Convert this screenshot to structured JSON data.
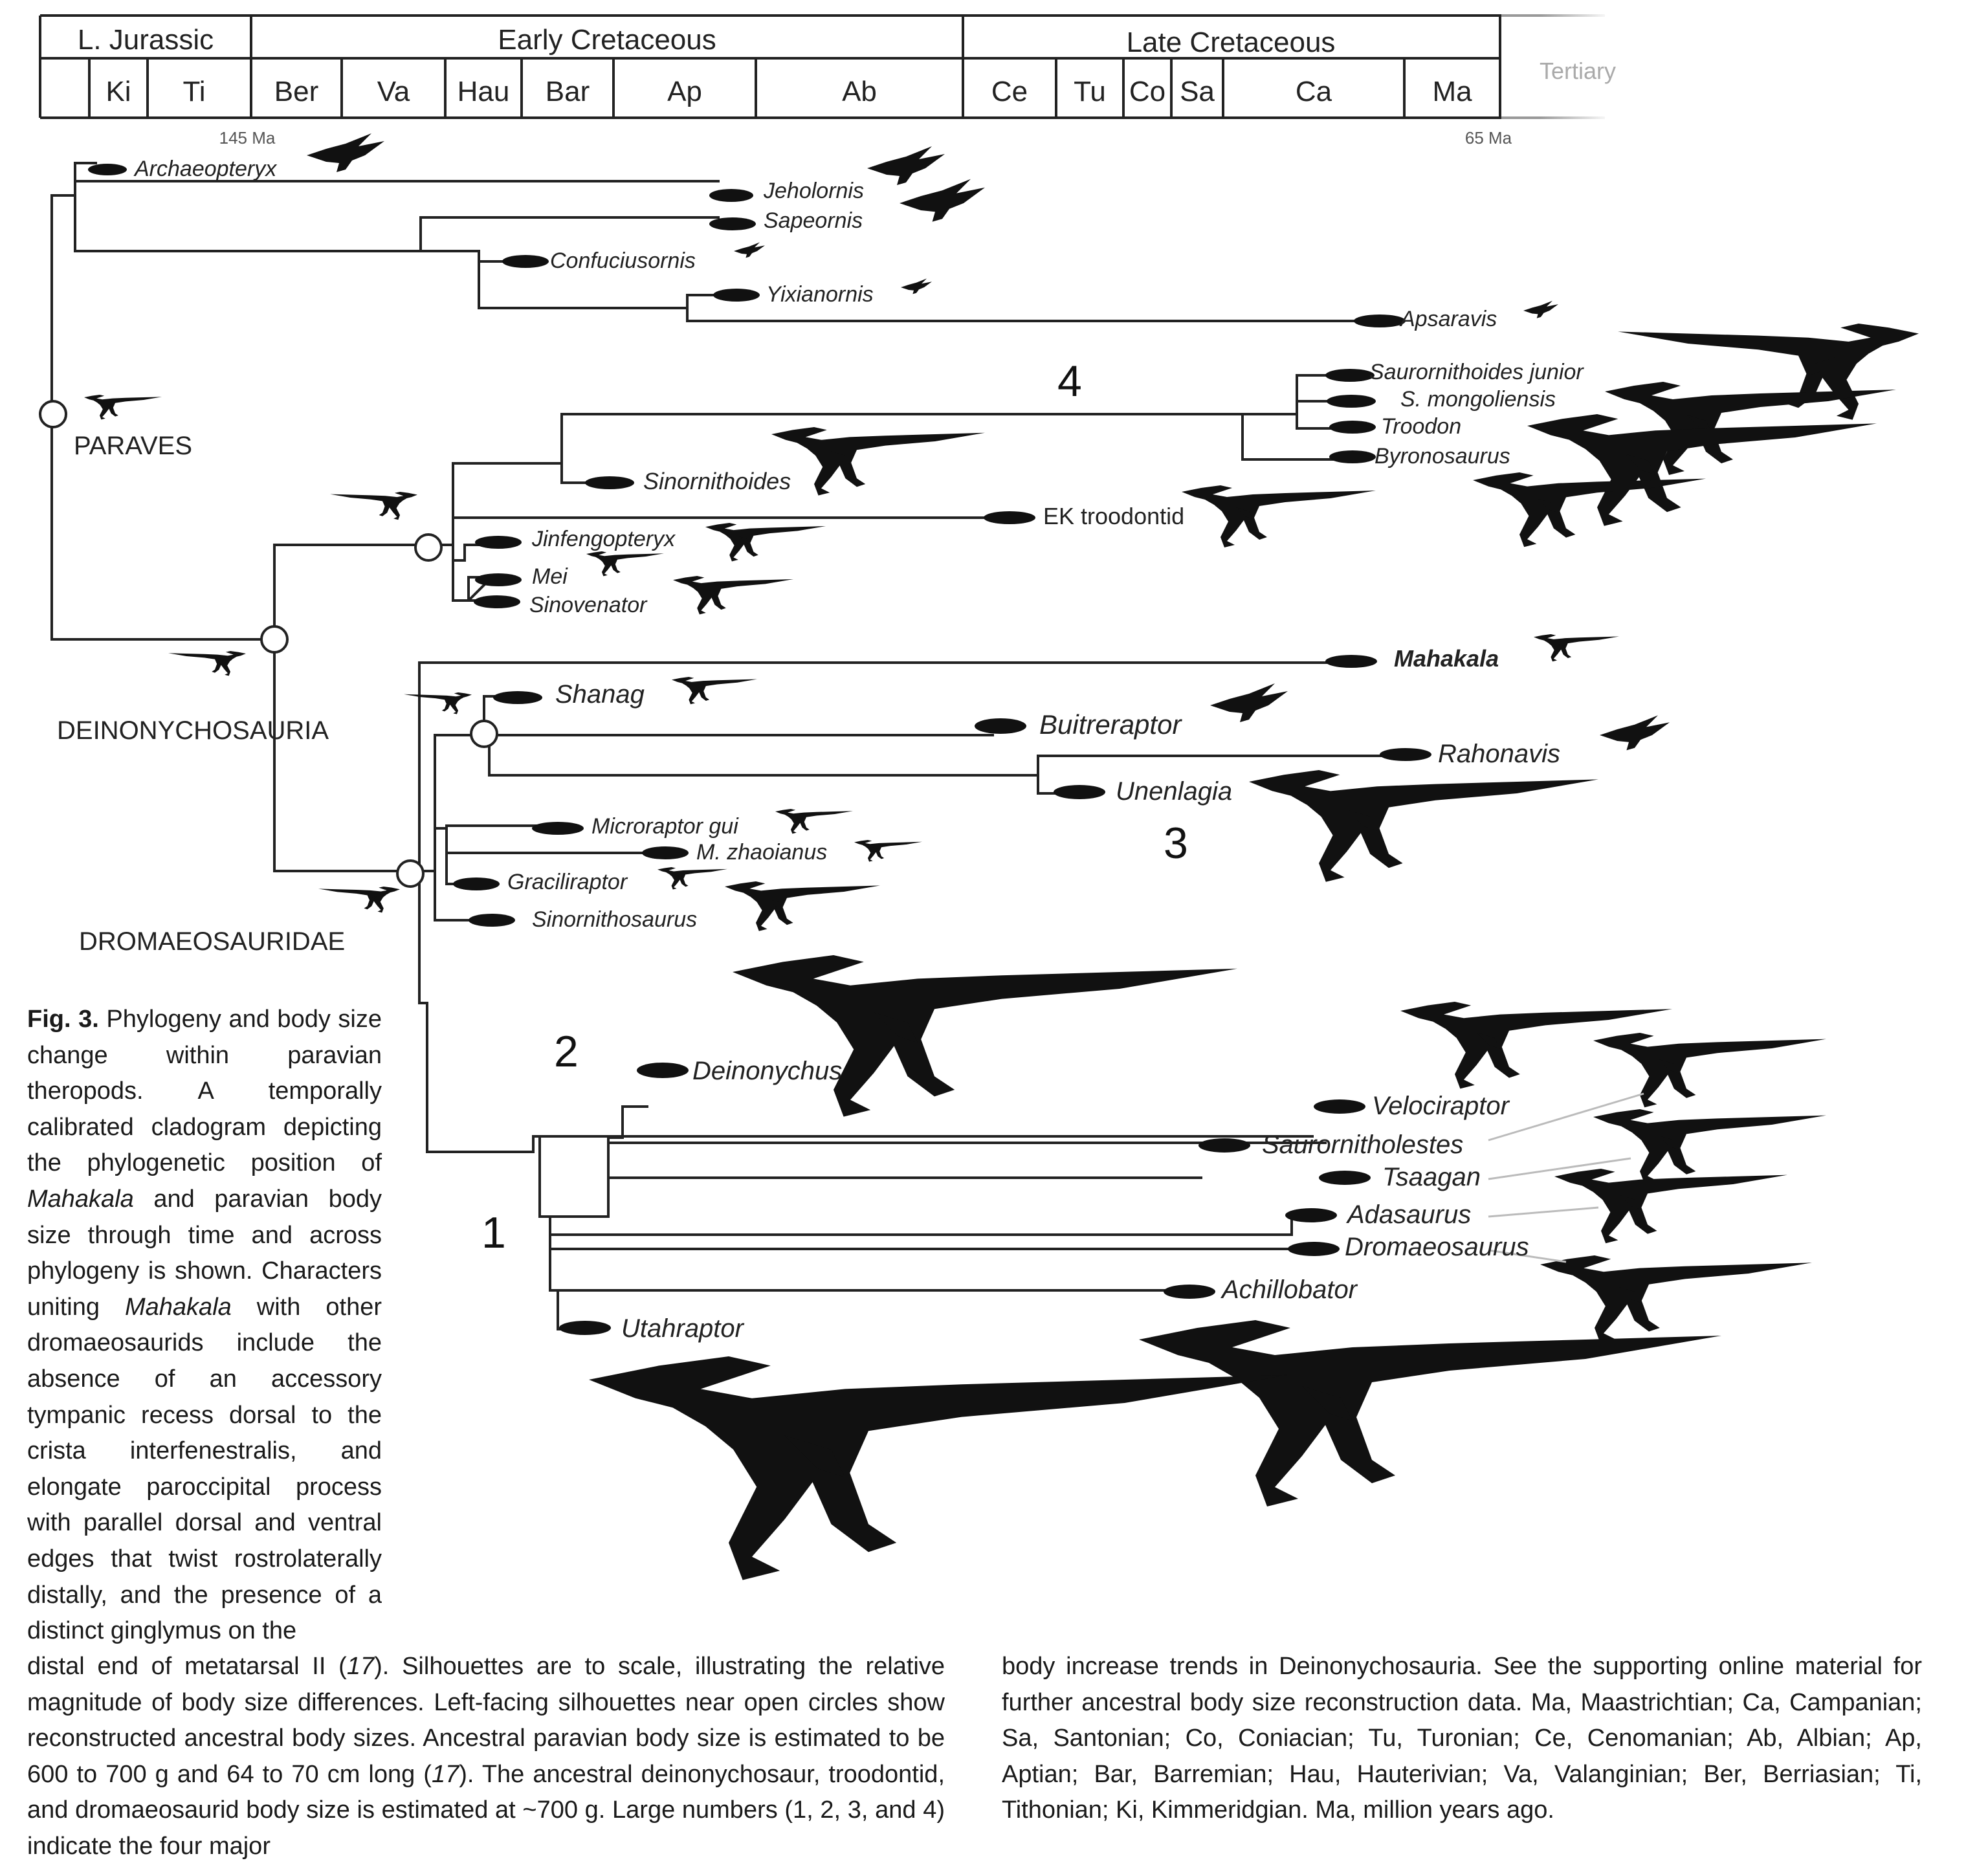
{
  "timescale": {
    "periods": [
      {
        "key": "ljur",
        "label": "L. Jurassic"
      },
      {
        "key": "ecre",
        "label": "Early Cretaceous"
      },
      {
        "key": "lcre",
        "label": "Late Cretaceous"
      }
    ],
    "tertiary_label": "Tertiary",
    "stages": [
      "",
      "Ki",
      "Ti",
      "Ber",
      "Va",
      "Hau",
      "Bar",
      "Ap",
      "Ab",
      "Ce",
      "Tu",
      "Co",
      "Sa",
      "Ca",
      "Ma"
    ],
    "age_left": "145 Ma",
    "age_right": "65 Ma"
  },
  "clades": {
    "paraves": "PARAVES",
    "deinonychosauria": "DEINONYCHOSAURIA",
    "dromaeosauridae": "DROMAEOSAURIDAE"
  },
  "trend_numbers": [
    "1",
    "2",
    "3",
    "4"
  ],
  "taxa": {
    "archaeopteryx": "Archaeopteryx",
    "jeholornis": "Jeholornis",
    "sapeornis": "Sapeornis",
    "confuciusornis": "Confuciusornis",
    "yixianornis": "Yixianornis",
    "apsaravis": "Apsaravis",
    "saurornithoides_junior": "Saurornithoides junior",
    "s_mongoliensis": "S. mongoliensis",
    "troodon": "Troodon",
    "byronosaurus": "Byronosaurus",
    "sinornithoides": "Sinornithoides",
    "ek_troodontid": "EK troodontid",
    "jinfengopteryx": "Jinfengopteryx",
    "mei": "Mei",
    "sinovenator": "Sinovenator",
    "mahakala": "Mahakala",
    "shanag": "Shanag",
    "buitreraptor": "Buitreraptor",
    "rahonavis": "Rahonavis",
    "unenlagia": "Unenlagia",
    "microraptor_gui": "Microraptor gui",
    "m_zhaoianus": "M. zhaoianus",
    "graciliraptor": "Graciliraptor",
    "sinornithosaurus": "Sinornithosaurus",
    "deinonychus": "Deinonychus",
    "velociraptor": "Velociraptor",
    "saurornitholestes": "Saurornitholestes",
    "tsaagan": "Tsaagan",
    "adasaurus": "Adasaurus",
    "dromaeosaurus": "Dromaeosaurus",
    "achillobator": "Achillobator",
    "utahraptor": "Utahraptor"
  },
  "caption": {
    "fig_label": "Fig. 3.",
    "part1": " Phylogeny and body size change within paravian theropods. A temporally calibrated cladogram depicting the phylogenetic position of ",
    "mahakala1": "Mahakala",
    "part2": " and paravian body size through time and across phylogeny is shown. Characters uniting ",
    "mahakala2": "Mahakala",
    "part3": " with other dromaeosaurids include the absence of an accessory tympanic recess dorsal to the crista interfenestralis, and elongate paroccipital process with parallel dorsal and ventral edges that twist rostrolaterally distally, and the presence of a distinct ginglymus on the",
    "part4a": "distal end of metatarsal II (",
    "ref1": "17",
    "part4b": "). Silhouettes are to scale, illustrating the relative magnitude of body size differences. Left-facing silhouettes near open circles show reconstructed ancestral body sizes. Ancestral paravian body size is estimated to be 600 to 700 g and 64 to 70 cm long (",
    "ref2": "17",
    "part4c": "). The ancestral deinonychosaur, troodontid, and dromaeosaurid body size is estimated at ~700 g. Large numbers (1, 2, 3, and 4) indicate the four major",
    "part5": "body increase trends in Deinonychosauria. See the supporting online material for further ancestral body size reconstruction data. Ma, Maastrichtian; Ca, Campanian; Sa, Santonian; Co, Coniacian; Tu, Turonian; Ce, Cenomanian; Ab, Albian; Ap, Aptian; Bar, Barremian; Hau, Hauterivian; Va, Valanginian; Ber, Berriasian; Ti, Tithonian; Ki, Kimmeridgian. Ma, million years ago."
  }
}
